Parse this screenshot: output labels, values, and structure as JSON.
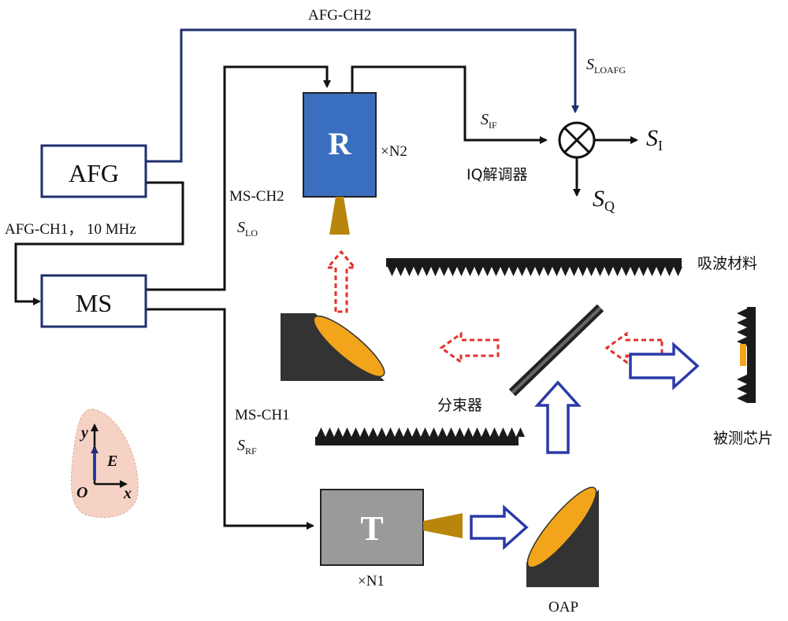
{
  "blocks": {
    "afg": "AFG",
    "ms": "MS",
    "receiver": "R",
    "transmitter": "T"
  },
  "labels": {
    "afg_ch2": "AFG-CH2",
    "afg_ch1": "AFG-CH1， 10 MHz",
    "ms_ch2": "MS-CH2",
    "ms_ch1": "MS-CH1",
    "n2": "×N2",
    "n1": "×N1",
    "iq_demod": "IQ解调器",
    "absorber": "吸波材料",
    "beam_splitter": "分束器",
    "dut": "被测芯片",
    "oap": "OAP"
  },
  "signals": {
    "s_lo": {
      "base": "S",
      "sub": "LO"
    },
    "s_rf": {
      "base": "S",
      "sub": "RF"
    },
    "s_if": {
      "base": "S",
      "sub": "IF"
    },
    "s_loafg": {
      "base": "S",
      "sub": "LOAFG"
    },
    "s_i": {
      "base": "S",
      "sub": "I"
    },
    "s_q": {
      "base": "S",
      "sub": "Q"
    }
  },
  "axes": {
    "y": "y",
    "x": "x",
    "origin": "O",
    "field": "E"
  },
  "colors": {
    "wire_black": "#111111",
    "wire_blue": "#1f2f6e",
    "receiver_fill": "#3a6fc0",
    "transmitter_fill": "#9a9a9a",
    "horn_gold": "#b8860b",
    "mirror_gold": "#f2a51a",
    "mirror_dark": "#333333",
    "red_dashed": "#e0322b",
    "blue_arrow": "#2a3aa8",
    "axes_bg": "#f6d2c4"
  }
}
